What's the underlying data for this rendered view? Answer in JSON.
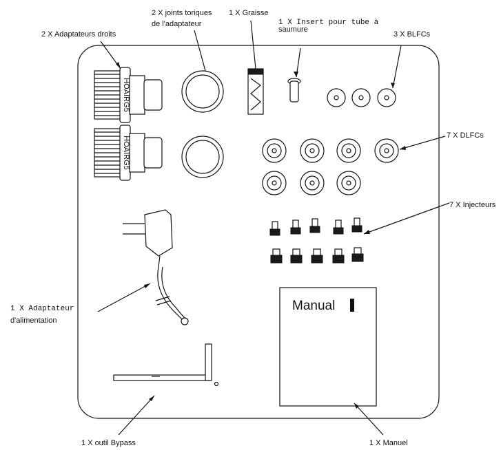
{
  "labels": {
    "adapters": "2 X Adaptateurs droits",
    "orings_line1": "2 X joints toriques",
    "orings_line2": "de l'adaptateur",
    "grease": "1 X Graisse",
    "brine_line1": "1 X Insert pour tube à",
    "brine_line2": "saumure",
    "blfc": "3 X BLFCs",
    "dlfc": "7 X DLFCs",
    "injectors": "7 X Injecteurs",
    "power_line1": "1 X Adaptateur",
    "power_line2": "d'alimentation",
    "bypass_tool": "1 X outil Bypass",
    "manual": "1 X Manuel"
  },
  "manual_cover": "Manual",
  "adapter_marking": "HOAIRG5",
  "colors": {
    "ink": "#111111",
    "background": "#ffffff"
  }
}
